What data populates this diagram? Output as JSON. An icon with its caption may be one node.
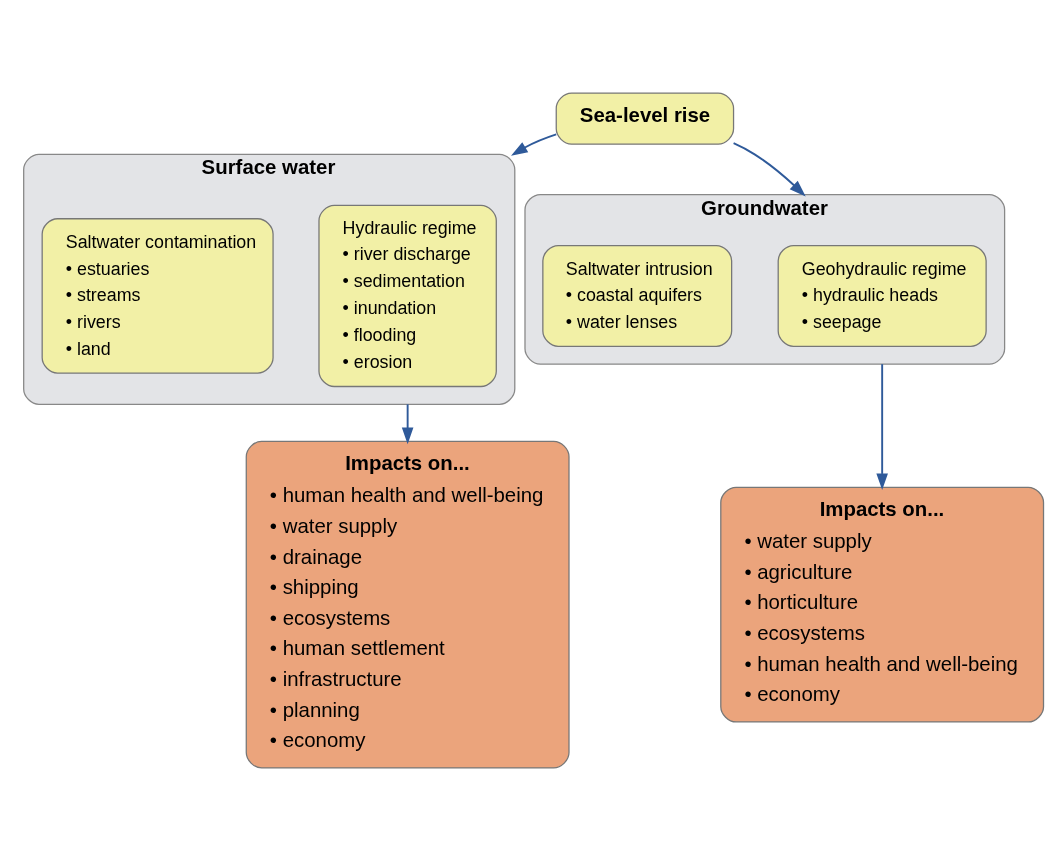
{
  "diagram": {
    "nodes": [
      {
        "text": [
          "Sea-level rise"
        ]
      },
      {
        "text": [
          "Surface water"
        ]
      },
      {
        "text": [
          "Hydraulic regime",
          "• river discharge",
          "• sedimentation",
          "• inundation",
          "• flooding",
          "• erosion"
        ],
        "in": 1
      },
      {
        "text": [
          "Saltwater contamination",
          "• estuaries",
          "• streams",
          "• rivers",
          "• land"
        ],
        "in": 1
      },
      {
        "text": [
          "Groundwater"
        ]
      },
      {
        "text": [
          "Geohydraulic regime",
          "• hydraulic heads",
          "• seepage"
        ],
        "in": 4
      },
      {
        "text": [
          "Saltwater intrusion",
          "• coastal aquifers",
          "• water lenses"
        ],
        "in": 4
      },
      {
        "text": [
          "Impacts on...",
          "• human health and well-being",
          "• water supply",
          "• drainage",
          "• shipping",
          "• ecosystems",
          "• human settlement",
          "• infrastructure",
          "• planning",
          "• economy"
        ]
      },
      {
        "text": [
          "Impacts on...",
          "• water supply",
          "• agriculture",
          "• horticulture",
          "• ecosystems",
          "• human health and well-being",
          "• economy"
        ]
      }
    ],
    "edges": [
      {
        "from": 0,
        "to": 1,
        "arrow": "to"
      },
      {
        "from": 0,
        "to": 4,
        "arrow": "to"
      },
      {
        "from": 1,
        "to": 7,
        "arrow": "to"
      },
      {
        "from": 4,
        "to": 8,
        "arrow": "to"
      }
    ]
  }
}
